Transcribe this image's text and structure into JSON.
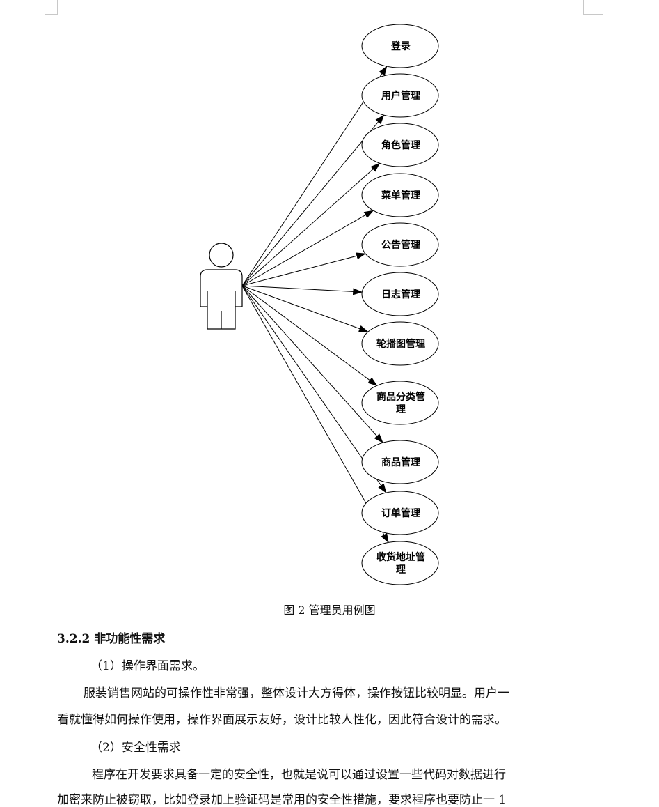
{
  "diagram": {
    "actor": "admin-actor",
    "use_cases": [
      {
        "lines": [
          "登录"
        ]
      },
      {
        "lines": [
          "用户管理"
        ]
      },
      {
        "lines": [
          "角色管理"
        ]
      },
      {
        "lines": [
          "菜单管理"
        ]
      },
      {
        "lines": [
          "公告管理"
        ]
      },
      {
        "lines": [
          "日志管理"
        ]
      },
      {
        "lines": [
          "轮播图管理"
        ]
      },
      {
        "lines": [
          "商品分类管",
          "理"
        ]
      },
      {
        "lines": [
          "商品管理"
        ]
      },
      {
        "lines": [
          "订单管理"
        ]
      },
      {
        "lines": [
          "收货地址管",
          "理"
        ]
      }
    ],
    "caption": "图 2 管理员用例图"
  },
  "section": {
    "heading": "3.2.2  非功能性需求",
    "item1": "（1）操作界面需求。",
    "para1_line1": "服装销售网站的可操作性非常强，整体设计大方得体，操作按钮比较明显。用户一",
    "para1_line2": "看就懂得如何操作使用，操作界面展示友好，设计比较人性化，因此符合设计的需求。",
    "item2": "（2）安全性需求",
    "para2_line1": "程序在开发要求具备一定的安全性，也就是说可以通过设置一些代码对数据进行",
    "para2_line2": "加密来防止被窃取，比如登录加上验证码是常用的安全性措施，要求程序也要防止一 1"
  }
}
